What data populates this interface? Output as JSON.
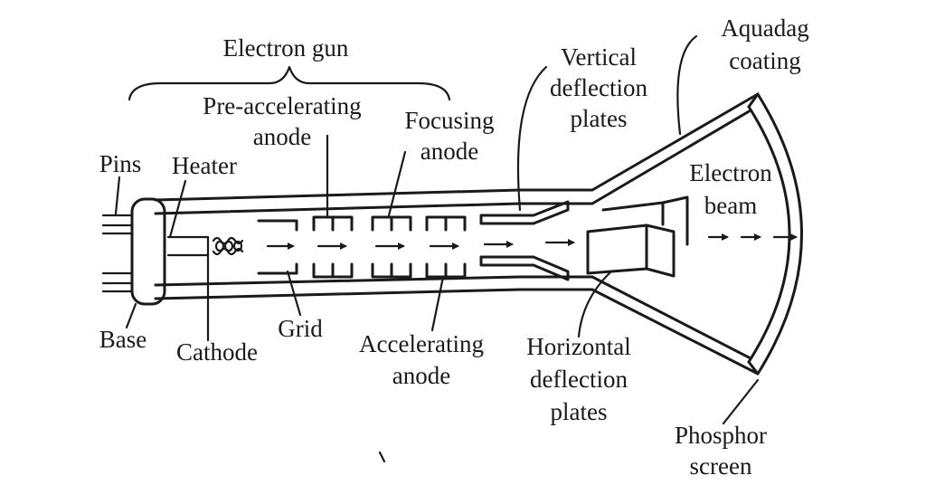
{
  "labels": {
    "electron_gun": "Electron gun",
    "pre_accelerating_anode_1": "Pre-accelerating",
    "pre_accelerating_anode_2": "anode",
    "focusing_anode_1": "Focusing",
    "focusing_anode_2": "anode",
    "vertical_deflection_1": "Vertical",
    "vertical_deflection_2": "deflection",
    "vertical_deflection_3": "plates",
    "aquadag_1": "Aquadag",
    "aquadag_2": "coating",
    "pins": "Pins",
    "heater": "Heater",
    "electron_beam_1": "Electron",
    "electron_beam_2": "beam",
    "base": "Base",
    "cathode": "Cathode",
    "grid": "Grid",
    "accelerating_anode_1": "Accelerating",
    "accelerating_anode_2": "anode",
    "horizontal_deflection_1": "Horizontal",
    "horizontal_deflection_2": "deflection",
    "horizontal_deflection_3": "plates",
    "phosphor_screen_1": "Phosphor",
    "phosphor_screen_2": "screen"
  },
  "colors": {
    "ink": "#1a1a1a",
    "background": "#ffffff"
  }
}
